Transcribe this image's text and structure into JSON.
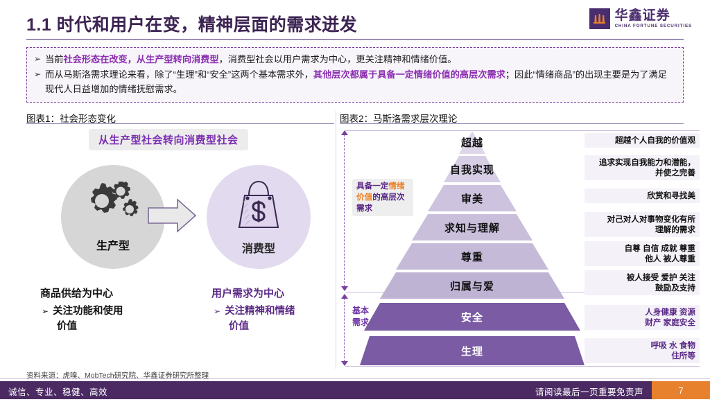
{
  "header": {
    "title": "1.1 时代和用户在变，精神层面的需求迸发",
    "logo_cn": "华鑫证券",
    "logo_en": "CHINA FORTUNE SECURITIES"
  },
  "callout": {
    "marker": "➢",
    "line1": {
      "pre": "当前",
      "hl": "社会形态在改变，从生产型转向消费型",
      "post": "，消费型社会以用户需求为中心，更关注精神和情绪价值。"
    },
    "line2": {
      "pre": "而从马斯洛需求理论来看，除了“生理”和“安全”这两个基本需求外，",
      "hl": "其他层次都属于具备一定情绪价值的高层次需",
      "hl2": "求",
      "post": "；因此“情绪商品”的出现主要是为了满足现代人日益增加的情绪抚慰需求。"
    }
  },
  "exhibit1": {
    "header": "图表1：社会形态变化",
    "chip": "从生产型社会转向消费型社会",
    "left_circle_label": "生产型",
    "right_circle_label": "消费型",
    "left_col_head": "商品供给为中心",
    "left_col_bullet_marker": "➢",
    "left_col_bullet_l1": "关注功能和使用",
    "left_col_bullet_l2": "价值",
    "right_col_head": "用户需求为中心",
    "right_col_bullet_marker": "➢",
    "right_col_bullet_l1": "关注精神和情绪",
    "right_col_bullet_l2": "价值"
  },
  "exhibit2": {
    "header": "图表2：马斯洛需求层次理论",
    "group_high_pre": "具备一定",
    "group_high_hl": "情绪价",
    "group_high_hl2": "值",
    "group_high_post": "的高层次需求",
    "group_basic_l1": "基本",
    "group_basic_l2": "需求"
  },
  "chart_data": {
    "type": "pyramid",
    "title": "图表2：马斯洛需求层次理论",
    "levels": [
      {
        "name": "超越",
        "desc": "超越个人自我的价值观",
        "desc2": "",
        "tier": "high"
      },
      {
        "name": "自我实现",
        "desc": "追求实现自我能力和潜能，",
        "desc2": "并使之完善",
        "tier": "high"
      },
      {
        "name": "审美",
        "desc": "欣赏和寻找美",
        "desc2": "",
        "tier": "high"
      },
      {
        "name": "求知与理解",
        "desc": "对己对人对事物变化有所",
        "desc2": "理解的需求",
        "tier": "high"
      },
      {
        "name": "尊重",
        "desc": "自尊 自信 成就 尊重",
        "desc2": "他人 被人尊重",
        "tier": "high"
      },
      {
        "name": "归属与爱",
        "desc": "被人接受 爱护 关注",
        "desc2": "鼓励及支持",
        "tier": "high"
      },
      {
        "name": "安全",
        "desc": "人身健康 资源",
        "desc2": "财产 家庭安全",
        "tier": "basic"
      },
      {
        "name": "生理",
        "desc": "呼吸 水 食物",
        "desc2": "住所等",
        "tier": "basic"
      }
    ],
    "groups": [
      {
        "label": "具备一定情绪价值的高层次需求",
        "levels": [
          "超越",
          "自我实现",
          "审美",
          "求知与理解",
          "尊重",
          "归属与爱"
        ]
      },
      {
        "label": "基本需求",
        "levels": [
          "安全",
          "生理"
        ]
      }
    ],
    "colors": {
      "high_light": "#e6e0ef",
      "high_mid": "#cfc4e0",
      "basic": "#7b5ba6",
      "band": "#f4f1f8"
    }
  },
  "footer": {
    "source": "资料来源：虎嗅、MobTech研究院、华鑫证券研究所整理",
    "slogan": "诚信、专业、稳健、高效",
    "disclaimer": "请阅读最后一页重要免责声明",
    "page": "7"
  },
  "theme": {
    "brand_purple": "#4a2d6e",
    "title_purple": "#3c2352",
    "accent_magenta": "#8b2fb0",
    "orange": "#e8812e",
    "footer_bar": "#4b2a63"
  }
}
